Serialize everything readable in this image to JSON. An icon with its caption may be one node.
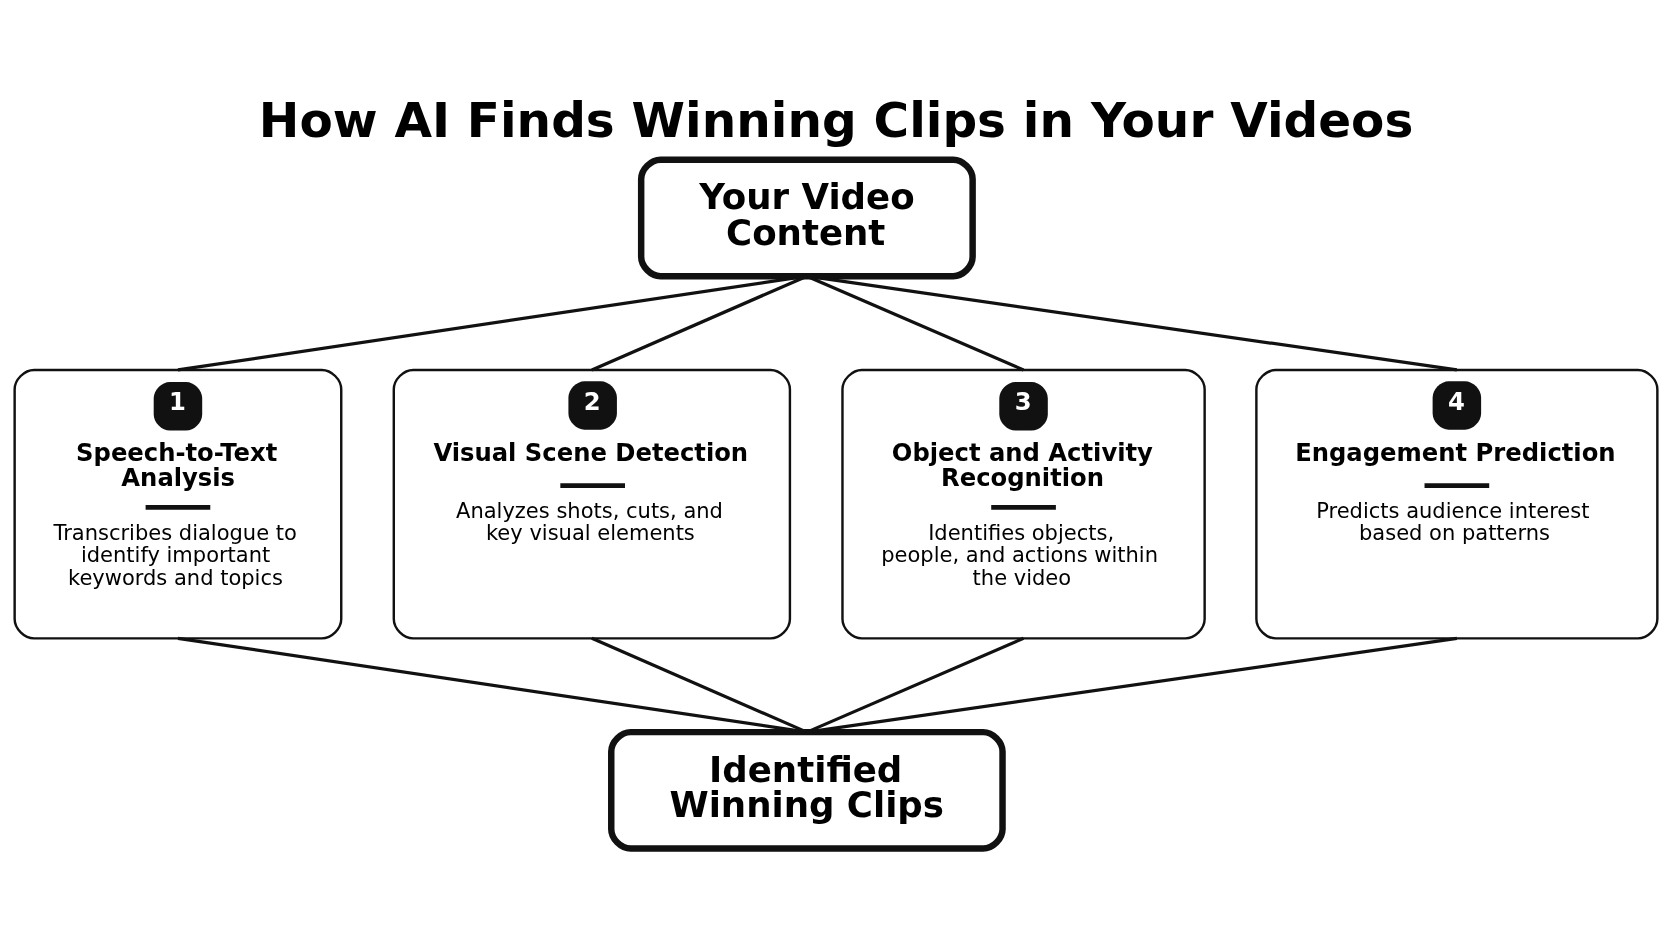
{
  "diagram": {
    "title": "How AI Finds Winning Clips in Your Videos",
    "nodes": [
      {
        "text": [
          "Your Video Content"
        ]
      },
      {
        "text": [
          "1",
          "Speech-to-Text Analysis",
          "Transcribes dialogue to identify important keywords and topics"
        ]
      },
      {
        "text": [
          "2",
          "Visual Scene Detection",
          "Analyzes shots, cuts, and key visual elements"
        ]
      },
      {
        "text": [
          "3",
          "Object and Activity Recognition",
          "Identifies objects, people, and actions within the video"
        ]
      },
      {
        "text": [
          "4",
          "Engagement Prediction",
          "Predicts audience interest based on patterns"
        ]
      },
      {
        "text": [
          "Identified Winning Clips"
        ]
      }
    ],
    "edges": [
      {
        "from": 0,
        "to": 1,
        "arrow": "none"
      },
      {
        "from": 0,
        "to": 2,
        "arrow": "none"
      },
      {
        "from": 0,
        "to": 3,
        "arrow": "none"
      },
      {
        "from": 0,
        "to": 4,
        "arrow": "none"
      },
      {
        "from": 1,
        "to": 5,
        "arrow": "none"
      },
      {
        "from": 2,
        "to": 5,
        "arrow": "none"
      },
      {
        "from": 3,
        "to": 5,
        "arrow": "none"
      },
      {
        "from": 4,
        "to": 5,
        "arrow": "none"
      }
    ]
  }
}
